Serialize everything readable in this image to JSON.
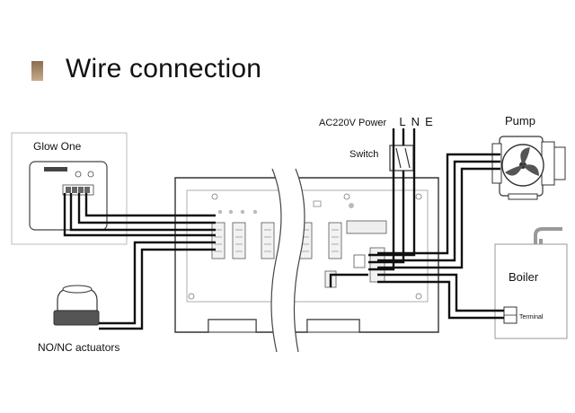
{
  "header": {
    "title": "Wire connection"
  },
  "power": {
    "label": "AC220V Power",
    "terminals": [
      "L",
      "N",
      "E"
    ],
    "switch_label": "Switch"
  },
  "devices": {
    "thermostat": "Glow One",
    "pump": "Pump",
    "boiler": "Boiler",
    "boiler_terminal": "Terminal",
    "actuators": "NO/NC actuators"
  },
  "colors": {
    "wire": "#111111",
    "panel_stroke": "#333333",
    "board_stroke": "#888888",
    "title_marker": "#a88a6a"
  }
}
